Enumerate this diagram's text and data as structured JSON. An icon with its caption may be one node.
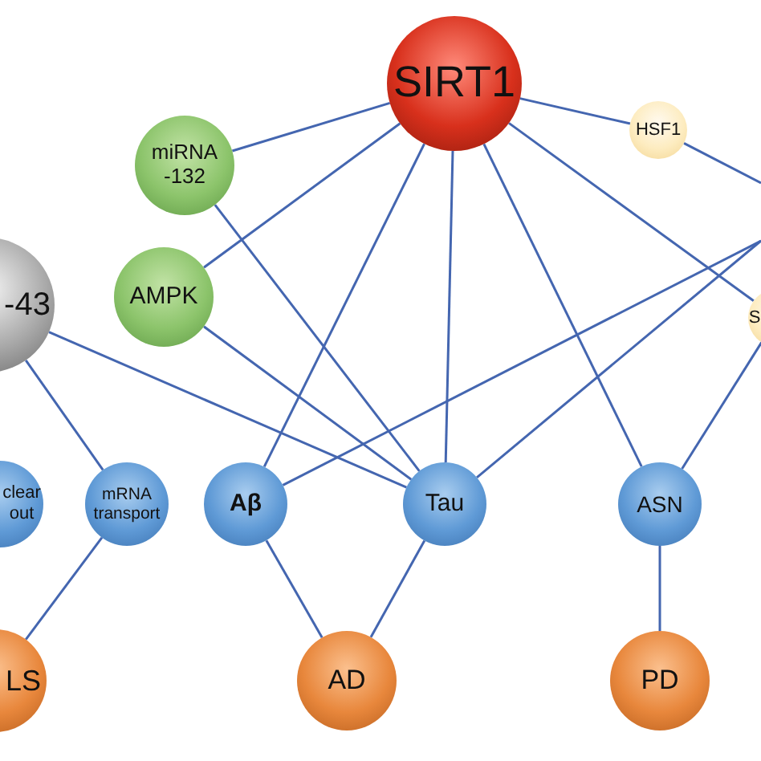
{
  "diagram": {
    "nodes": [
      {
        "text": [
          "SIRT1"
        ]
      },
      {
        "text": [
          "HSF1"
        ]
      },
      {
        "text": [
          "miRNA -132"
        ]
      },
      {
        "text": [
          "AMPK"
        ]
      },
      {
        "text": [
          "-43"
        ]
      },
      {
        "text": [
          "S"
        ]
      },
      {
        "text": [
          "clear out"
        ]
      },
      {
        "text": [
          "mRNA transport"
        ]
      },
      {
        "text": [
          "Aβ"
        ]
      },
      {
        "text": [
          "Tau"
        ]
      },
      {
        "text": [
          "ASN"
        ]
      },
      {
        "text": [
          "LS"
        ]
      },
      {
        "text": [
          "AD"
        ]
      },
      {
        "text": [
          "PD"
        ]
      }
    ],
    "edges": [
      {
        "from": 0,
        "to": 1,
        "arrow": "none"
      },
      {
        "from": 1,
        "to": null,
        "arrow": "none"
      },
      {
        "from": 0,
        "to": 2,
        "arrow": "none"
      },
      {
        "from": 0,
        "to": 3,
        "arrow": "none"
      },
      {
        "from": 0,
        "to": 8,
        "arrow": "none"
      },
      {
        "from": 0,
        "to": 9,
        "arrow": "none"
      },
      {
        "from": 0,
        "to": 10,
        "arrow": "none"
      },
      {
        "from": 0,
        "to": 5,
        "arrow": "none"
      },
      {
        "from": 2,
        "to": 9,
        "arrow": "none"
      },
      {
        "from": 3,
        "to": 9,
        "arrow": "none"
      },
      {
        "from": 4,
        "to": 9,
        "arrow": "none"
      },
      {
        "from": 4,
        "to": 7,
        "arrow": "none"
      },
      {
        "from": 8,
        "to": null,
        "arrow": "none"
      },
      {
        "from": 9,
        "to": null,
        "arrow": "none"
      },
      {
        "from": 10,
        "to": 5,
        "arrow": "none"
      },
      {
        "from": 7,
        "to": 11,
        "arrow": "none"
      },
      {
        "from": 8,
        "to": 12,
        "arrow": "none"
      },
      {
        "from": 9,
        "to": 12,
        "arrow": "none"
      },
      {
        "from": 10,
        "to": 13,
        "arrow": "none"
      }
    ]
  }
}
